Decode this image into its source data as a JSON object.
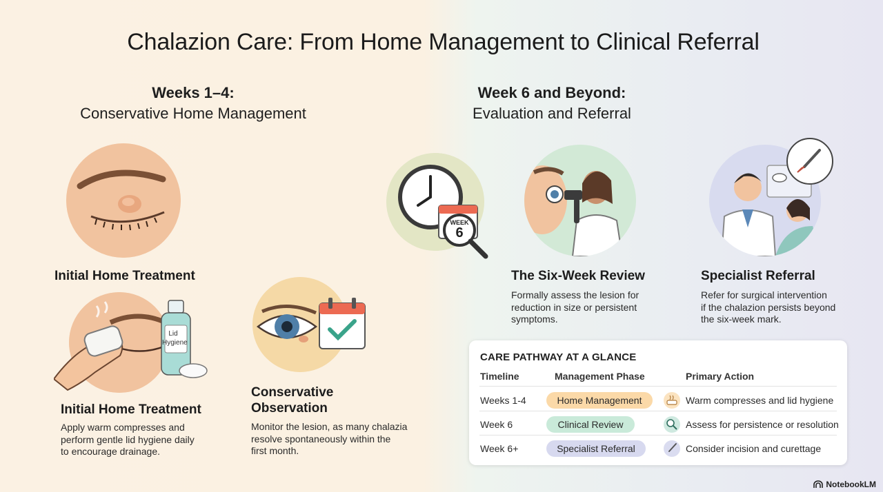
{
  "title": "Chalazion Care: From Home Management to Clinical Referral",
  "left_section": {
    "line1": "Weeks 1–4:",
    "line2": "Conservative Home Management"
  },
  "right_section": {
    "line1": "Week 6 and Beyond:",
    "line2": "Evaluation and Referral"
  },
  "cards": {
    "initial_top": {
      "label": "Initial Home Treatment"
    },
    "initial": {
      "label": "Initial Home Treatment",
      "desc": [
        "Apply warm compresses and",
        "perform gentle lid hygiene daily",
        "to encourage drainage."
      ],
      "bottle_text": [
        "Lid",
        "Hygiene"
      ]
    },
    "observation": {
      "label": [
        "Conservative",
        "Observation"
      ],
      "desc": [
        "Monitor the lesion, as many chalazia",
        "resolve spontaneously within the",
        "first month."
      ]
    },
    "clock": {
      "badge_top": "WEEK",
      "badge_num": "6"
    },
    "review": {
      "label": "The Six-Week Review",
      "desc": [
        "Formally assess the lesion for",
        "reduction in size or persistent",
        "symptoms."
      ]
    },
    "referral": {
      "label": "Specialist Referral",
      "desc": [
        "Refer for surgical intervention",
        "if the chalazion persists beyond",
        "the six-week mark."
      ]
    }
  },
  "glance": {
    "heading": "CARE PATHWAY AT A GLANCE",
    "columns": [
      "Timeline",
      "Management Phase",
      "Primary Action"
    ],
    "rows": [
      {
        "timeline": "Weeks 1-4",
        "phase": "Home Management",
        "icon": "compress-icon",
        "action": "Warm compresses and lid hygiene",
        "color": "#fbd9a8"
      },
      {
        "timeline": "Week 6",
        "phase": "Clinical Review",
        "icon": "magnifier-icon",
        "action": "Assess for persistence or resolution",
        "color": "#c9ead9"
      },
      {
        "timeline": "Week 6+",
        "phase": "Specialist Referral",
        "icon": "scalpel-icon",
        "action": "Consider incision and curettage",
        "color": "#d7d9ef"
      }
    ]
  },
  "brand": "NotebookLM"
}
